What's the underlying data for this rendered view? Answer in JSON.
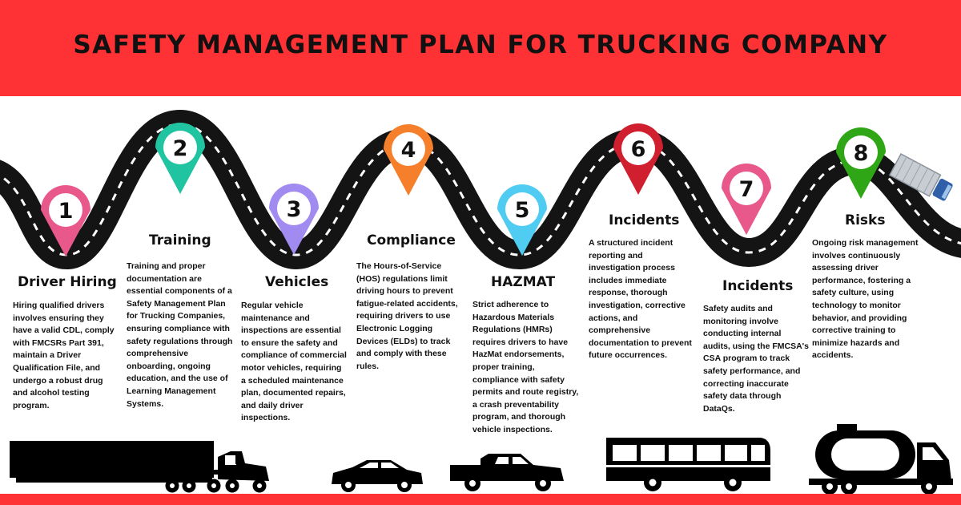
{
  "header": {
    "title": "SAFETY MANAGEMENT PLAN FOR TRUCKING COMPANY"
  },
  "colors": {
    "header_bg": "#fe3234",
    "road": "#141414",
    "dashes": "#ffffff",
    "marker_1": "#e8588a",
    "marker_2": "#20c4a0",
    "marker_3": "#a18af0",
    "marker_4": "#f57f2a",
    "marker_5": "#50cbf2",
    "marker_6": "#d01f2f",
    "marker_7": "#e8588a",
    "marker_8": "#2ea616"
  },
  "steps": [
    {
      "number": "1",
      "title": "Driver Hiring",
      "description": "Hiring qualified drivers involves ensuring they have a valid CDL, comply with FMCSRs Part 391, maintain a Driver Qualification File, and undergo a robust drug and alcohol testing program."
    },
    {
      "number": "2",
      "title": "Training",
      "description": "Training and proper documentation are essential components of a Safety Management Plan for Trucking Companies, ensuring compliance with safety regulations through comprehensive onboarding, ongoing education, and the use of Learning Management Systems."
    },
    {
      "number": "3",
      "title": "Vehicles",
      "description": "Regular vehicle maintenance and inspections are essential to ensure the safety and compliance of commercial motor vehicles, requiring a scheduled maintenance plan, documented repairs, and daily driver inspections."
    },
    {
      "number": "4",
      "title": "Compliance",
      "description": "The Hours-of-Service (HOS) regulations limit driving hours to prevent fatigue-related accidents, requiring drivers to use Electronic Logging Devices (ELDs) to track and comply with these rules."
    },
    {
      "number": "5",
      "title": "HAZMAT",
      "description": "Strict adherence to Hazardous Materials Regulations (HMRs) requires drivers to have HazMat endorsements, proper training, compliance with safety permits and route registry, a crash preventability program, and thorough vehicle inspections."
    },
    {
      "number": "6",
      "title": "Incidents",
      "description": "A structured incident reporting and investigation process includes immediate response, thorough investigation, corrective actions, and comprehensive documentation to prevent future occurrences."
    },
    {
      "number": "7",
      "title": "Incidents",
      "description": "Safety audits and monitoring involve conducting internal audits, using the FMCSA's CSA program to track safety performance, and correcting inaccurate safety data through DataQs."
    },
    {
      "number": "8",
      "title": "Risks",
      "description": "Ongoing risk management involves continuously assessing driver performance, fostering a safety culture, using technology to monitor behavior, and providing corrective training to minimize hazards and accidents."
    }
  ],
  "icons": {
    "road": "winding-road-icon",
    "marker": "map-pin-icon",
    "vehicles": [
      "semi-truck-icon",
      "car-icon",
      "pickup-truck-icon",
      "bus-icon",
      "tanker-truck-icon",
      "top-view-truck-icon"
    ]
  }
}
